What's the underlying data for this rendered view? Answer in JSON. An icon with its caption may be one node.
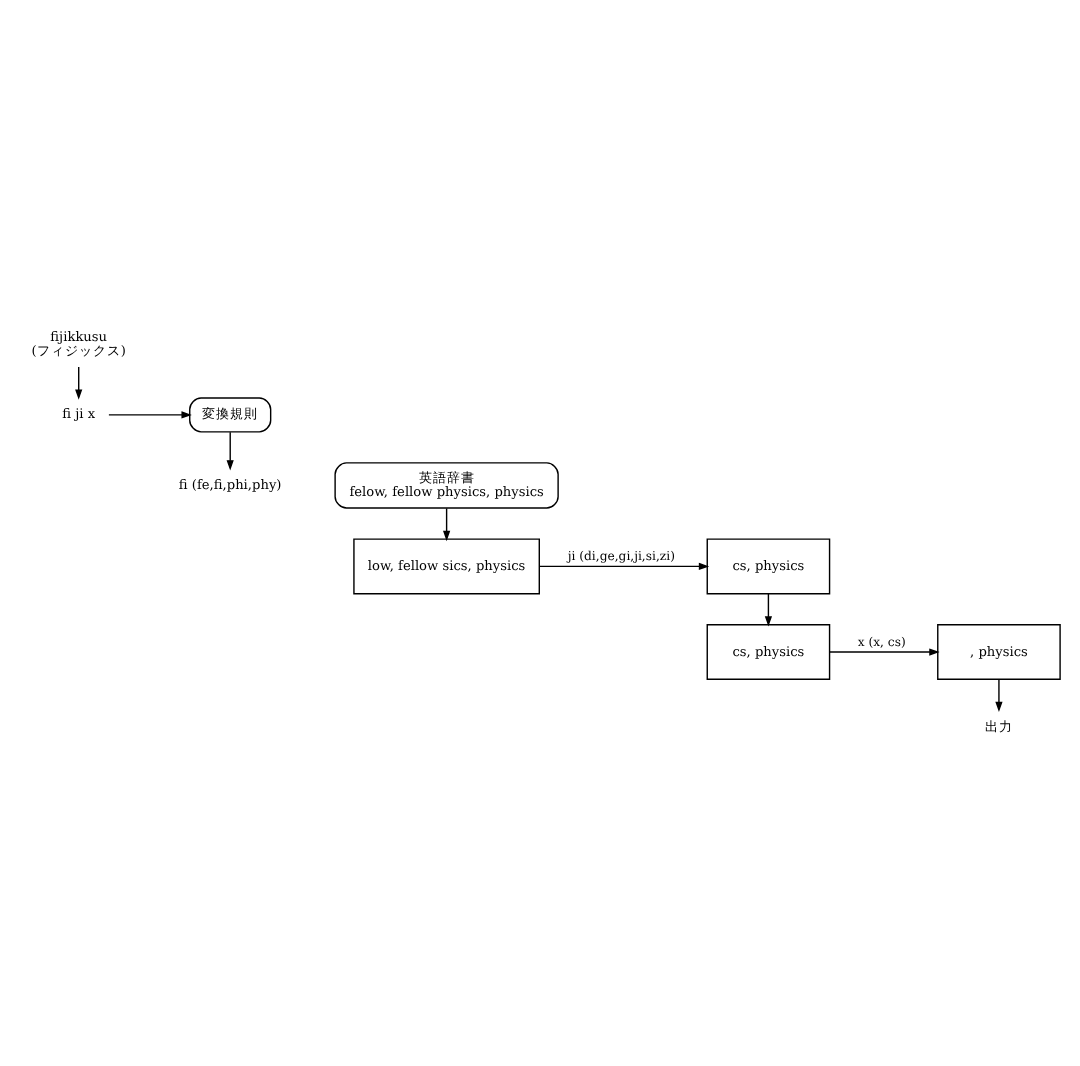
{
  "diagram": {
    "nodes": [
      {
        "text": [
          "fijikkusu",
          "(フィジックス)"
        ]
      },
      {
        "text": [
          "fi ji x"
        ]
      },
      {
        "text": [
          "変換規則"
        ]
      },
      {
        "text": [
          "英語辞書",
          "felow, fellow physics, physics"
        ]
      },
      {
        "text": [
          "fi (fe,fi,phi,phy)"
        ]
      },
      {
        "text": [
          "low, fellow sics, physics"
        ]
      },
      {
        "text": [
          "cs, physics"
        ]
      },
      {
        "text": [
          "cs, physics"
        ]
      },
      {
        "text": [
          ", physics"
        ]
      },
      {
        "text": [
          "出力"
        ]
      }
    ],
    "edges": [
      {
        "from": 0,
        "to": 1,
        "arrow": "to"
      },
      {
        "from": 1,
        "to": 2,
        "arrow": "to"
      },
      {
        "from": 2,
        "to": 4,
        "arrow": "to"
      },
      {
        "from": 3,
        "to": 5,
        "arrow": "to"
      },
      {
        "from": 5,
        "to": 6,
        "arrow": "to",
        "label": "ji (di,ge,gi,ji,si,zi)"
      },
      {
        "from": 6,
        "to": 7,
        "arrow": "to"
      },
      {
        "from": 7,
        "to": 8,
        "arrow": "to",
        "label": "x (x, cs)"
      },
      {
        "from": 8,
        "to": 9,
        "arrow": "to"
      }
    ]
  }
}
